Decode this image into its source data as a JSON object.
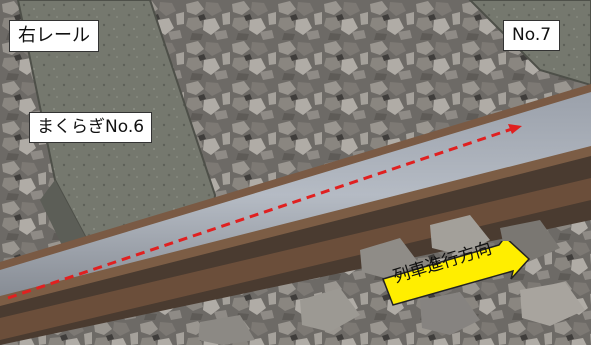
{
  "labels": {
    "rail": "右レール",
    "number": "No.7",
    "sleeper": "まくらぎNo.6",
    "direction": "列車進行方向"
  },
  "colors": {
    "dashed_arrow": "#e02020",
    "direction_arrow_fill": "#ffee00",
    "label_background": "#ffffff"
  }
}
